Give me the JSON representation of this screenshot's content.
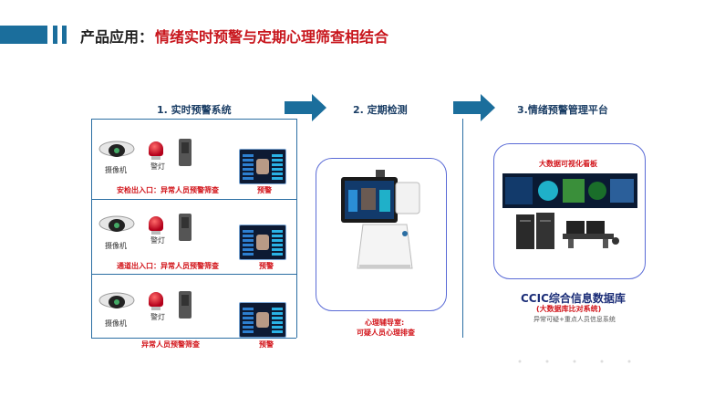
{
  "header": {
    "title_prefix": "产品应用：",
    "title_main": "情绪实时预警与定期心理筛查相结合",
    "bar_color": "#1b6e9c"
  },
  "sections": {
    "realtime": "1. 实时预警系统",
    "periodic": "2. 定期检测",
    "platform": "3.情绪预警管理平台"
  },
  "rows": [
    {
      "camera_label": "摄像机",
      "lamp_label": "警灯",
      "entrance_label": "安检出入口：异常人员预警筛查",
      "alert_label": "预警"
    },
    {
      "camera_label": "摄像机",
      "lamp_label": "警灯",
      "entrance_label": "通道出入口：异常人员预警筛查",
      "alert_label": "预警"
    },
    {
      "camera_label": "摄像机",
      "lamp_label": "警灯",
      "entrance_label": "异常人员预警筛查",
      "alert_label": "预警"
    }
  ],
  "kiosk": {
    "caption_line1": "心理辅导室:",
    "caption_line2": "可疑人员心理排查"
  },
  "platform": {
    "dashboard_label": "大数据可视化看板",
    "db_title": "CCIC综合信息数据库",
    "db_subtitle": "(大数据库比对系统)",
    "db_note": "异常可疑+重点人员信息系统"
  },
  "colors": {
    "arrow": "#1b6e9c",
    "red_text": "#d2141a",
    "box_border": "#5a6bd6"
  }
}
